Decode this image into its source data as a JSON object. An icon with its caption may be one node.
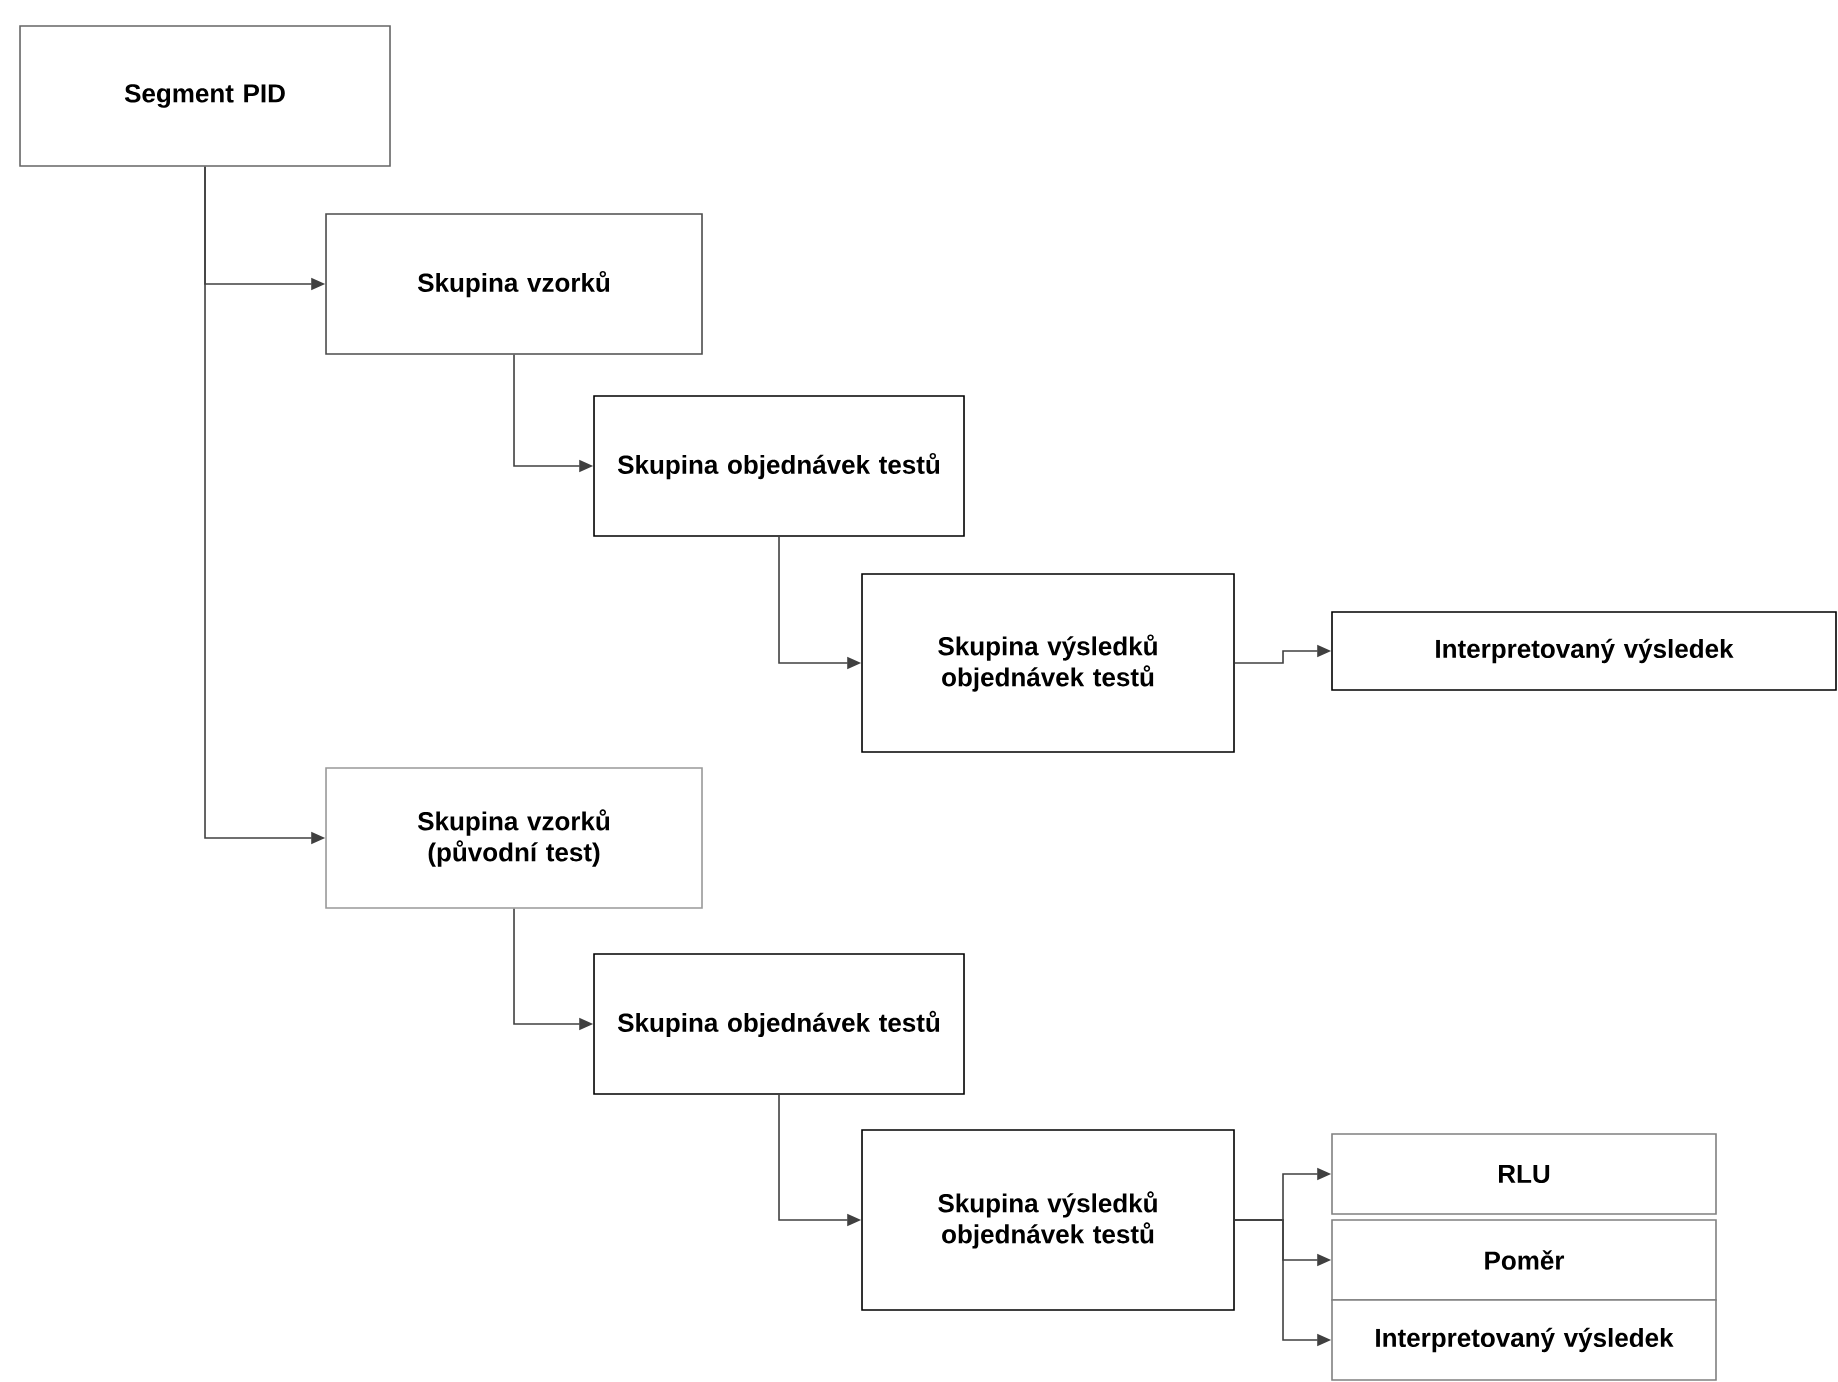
{
  "diagram": {
    "nodes": [
      {
        "text": [
          "Segment PID"
        ]
      },
      {
        "text": [
          "Skupina vzorků"
        ]
      },
      {
        "text": [
          "Skupina objednávek testů"
        ]
      },
      {
        "text": [
          "Skupina výsledků objednávek testů"
        ]
      },
      {
        "text": [
          "Interpretovaný výsledek"
        ]
      },
      {
        "text": [
          "Skupina vzorků (původní test)"
        ]
      },
      {
        "text": [
          "Skupina objednávek testů"
        ]
      },
      {
        "text": [
          "Skupina výsledků objednávek testů"
        ]
      },
      {
        "text": [
          "RLU"
        ]
      },
      {
        "text": [
          "Poměr"
        ]
      },
      {
        "text": [
          "Interpretovaný výsledek"
        ]
      }
    ],
    "edges": [
      {
        "from": 0,
        "to": 1,
        "arrow": "to"
      },
      {
        "from": 0,
        "to": 5,
        "arrow": "to"
      },
      {
        "from": 1,
        "to": 2,
        "arrow": "to"
      },
      {
        "from": 2,
        "to": 3,
        "arrow": "to"
      },
      {
        "from": 3,
        "to": 4,
        "arrow": "to"
      },
      {
        "from": 5,
        "to": 6,
        "arrow": "to"
      },
      {
        "from": 6,
        "to": 7,
        "arrow": "to"
      },
      {
        "from": 7,
        "to": 8,
        "arrow": "to"
      },
      {
        "from": 7,
        "to": 9,
        "arrow": "to"
      },
      {
        "from": 7,
        "to": 10,
        "arrow": "to"
      }
    ]
  }
}
